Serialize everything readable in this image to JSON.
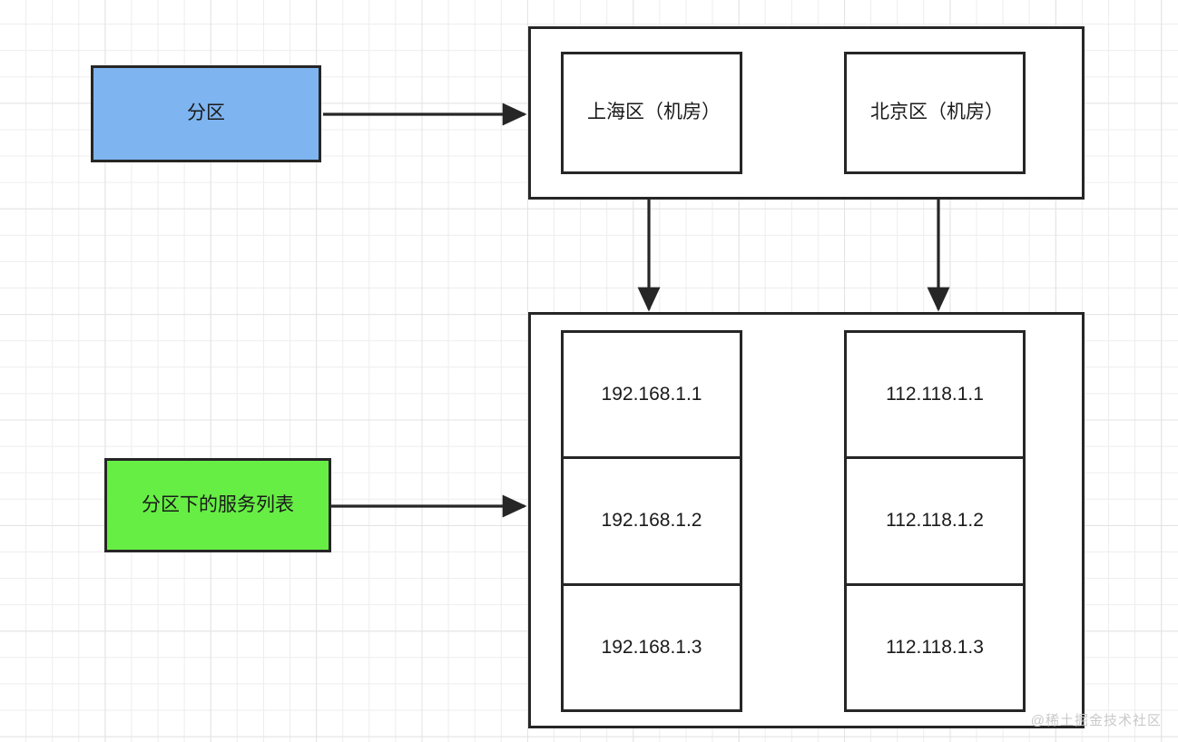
{
  "diagram": {
    "title": "partition-and-service-list-diagram",
    "legend": {
      "partition_label": "分区",
      "service_list_label": "分区下的服务列表"
    },
    "colors": {
      "partition_fill": "#7EB4F0",
      "service_list_fill": "#66EE44",
      "stroke": "#262626",
      "background": "#FFFFFF",
      "grid_line": "#EDEDED",
      "watermark": "#C9C9C9"
    },
    "zones_container": {
      "zones": [
        {
          "label": "上海区（机房）"
        },
        {
          "label": "北京区（机房）"
        }
      ]
    },
    "services_container": {
      "columns": [
        {
          "zone_ref": "上海区（机房）",
          "ips": [
            "192.168.1.1",
            "192.168.1.2",
            "192.168.1.3"
          ]
        },
        {
          "zone_ref": "北京区（机房）",
          "ips": [
            "112.118.1.1",
            "112.118.1.2",
            "112.118.1.3"
          ]
        }
      ]
    },
    "connectors": [
      {
        "name": "partition-to-zones",
        "from": "分区",
        "to": "上海区（机房）/北京区（机房）",
        "direction": "right"
      },
      {
        "name": "service-list-to-services",
        "from": "分区下的服务列表",
        "to": "服务列表容器",
        "direction": "right"
      },
      {
        "name": "shanghai-zone-to-services",
        "from": "上海区（机房）",
        "to": "192.168.1.x",
        "direction": "down"
      },
      {
        "name": "beijing-zone-to-services",
        "from": "北京区（机房）",
        "to": "112.118.1.x",
        "direction": "down"
      }
    ],
    "watermark": "@稀土掘金技术社区"
  }
}
